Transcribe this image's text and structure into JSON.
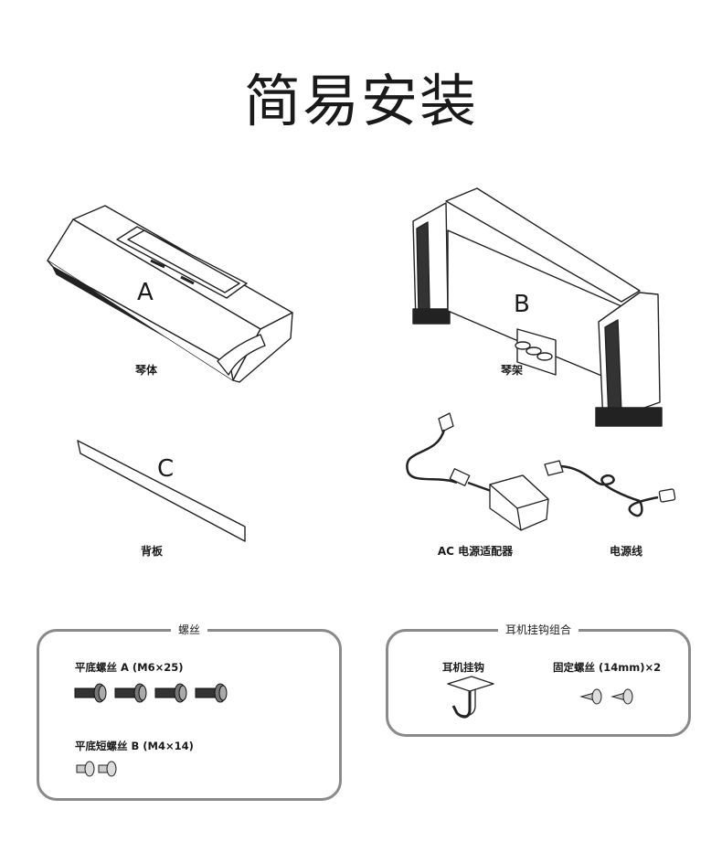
{
  "title": "简易安装",
  "parts": {
    "a": {
      "letter": "A",
      "label": "琴体"
    },
    "b": {
      "letter": "B",
      "label": "琴架"
    },
    "c": {
      "letter": "C",
      "label": "背板"
    },
    "adapter": {
      "label": "AC 电源适配器"
    },
    "cord": {
      "label": "电源线"
    }
  },
  "screws_box": {
    "title": "螺丝",
    "screw_a": {
      "label": "平底螺丝 A (M6×25)",
      "count": 4
    },
    "screw_b": {
      "label": "平底短螺丝 B (M4×14)",
      "count": 2
    }
  },
  "hook_box": {
    "title": "耳机挂钩组合",
    "hook": {
      "label": "耳机挂钩"
    },
    "screw": {
      "label": "固定螺丝 (14mm)×2",
      "count": 2
    }
  }
}
